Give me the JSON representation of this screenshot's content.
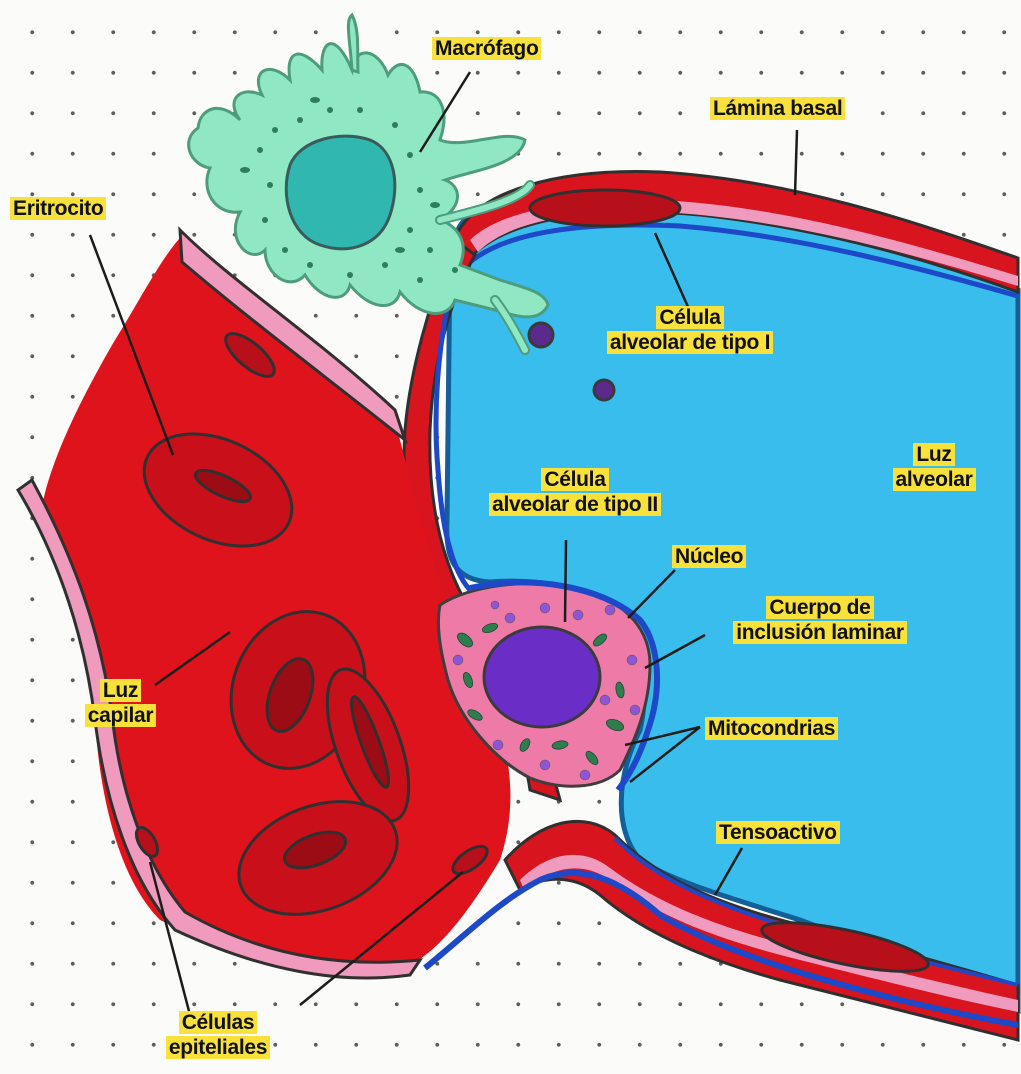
{
  "labels": {
    "macrofago": "Macrófago",
    "lamina_basal": "Lámina basal",
    "eritrocito": "Eritrocito",
    "celula_tipo_1": "Célula\nalveolar de tipo I",
    "luz_alveolar": "Luz\nalveolar",
    "celula_tipo_2": "Célula\nalveolar de tipo II",
    "nucleo": "Núcleo",
    "cuerpo_inclusion": "Cuerpo de\ninclusión laminar",
    "luz_capilar": "Luz\ncapilar",
    "mitocondrias": "Mitocondrias",
    "tensoactivo": "Tensoactivo",
    "celulas_epiteliales": "Células\nepiteliales"
  },
  "colors": {
    "label_highlight": "#f8e13a",
    "capillary_blood": "#e0141c",
    "alveolar_lumen": "#38bdec",
    "macrophage": "#8fe8c3",
    "type2_nucleus": "#6a2ec7",
    "basal_lamina": "#c8141e",
    "surfactant": "#1d48c8"
  }
}
